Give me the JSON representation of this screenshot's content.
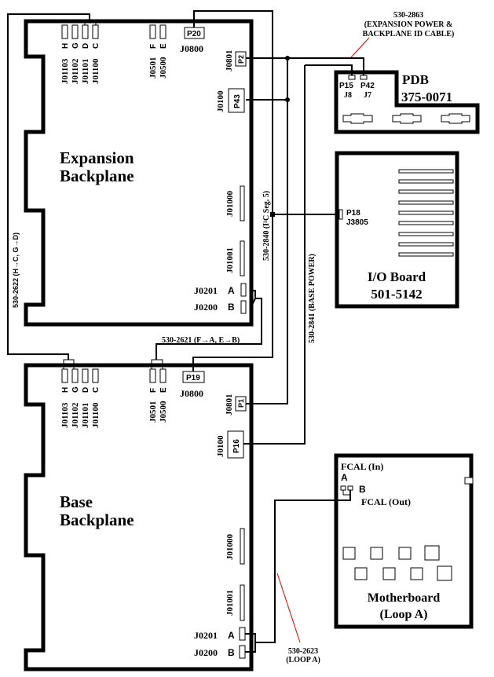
{
  "diagram": {
    "expansion_backplane": {
      "title_line1": "Expansion",
      "title_line2": "Backplane",
      "top_connectors": [
        {
          "ref": "J01103",
          "letter": "H"
        },
        {
          "ref": "J01102",
          "letter": "G"
        },
        {
          "ref": "J01101",
          "letter": "D"
        },
        {
          "ref": "J01100",
          "letter": "C"
        }
      ],
      "mid_connectors": [
        {
          "ref": "J0501",
          "letter": "F"
        },
        {
          "ref": "J0500",
          "letter": "E"
        }
      ],
      "p_top": {
        "plug": "P20",
        "jack": "J0800"
      },
      "p_side1": {
        "plug": "P2",
        "jack": "J0801"
      },
      "p_side2": {
        "plug": "P43",
        "jack": "J0100"
      },
      "slot1": "J01000",
      "slot2": "J01001",
      "fc_a": {
        "ref": "J0201",
        "letter": "A"
      },
      "fc_b": {
        "ref": "J0200",
        "letter": "B"
      }
    },
    "base_backplane": {
      "title_line1": "Base",
      "title_line2": "Backplane",
      "top_connectors": [
        {
          "ref": "J01103",
          "letter": "H"
        },
        {
          "ref": "J01102",
          "letter": "G"
        },
        {
          "ref": "J01101",
          "letter": "D"
        },
        {
          "ref": "J01100",
          "letter": "C"
        }
      ],
      "mid_connectors": [
        {
          "ref": "J0501",
          "letter": "F"
        },
        {
          "ref": "J0500",
          "letter": "E"
        }
      ],
      "p_top": {
        "plug": "P19",
        "jack": "J0800"
      },
      "p_side1": {
        "plug": "P1",
        "jack": "J0801"
      },
      "p_side2": {
        "plug": "P16",
        "jack": "J0100"
      },
      "slot1": "J01000",
      "slot2": "J01001",
      "fc_a": {
        "ref": "J0201",
        "letter": "A"
      },
      "fc_b": {
        "ref": "J0200",
        "letter": "B"
      }
    },
    "pdb": {
      "title": "PDB",
      "part": "375-0071",
      "conn1": {
        "plug": "P15",
        "jack": "J8"
      },
      "conn2": {
        "plug": "P42",
        "jack": "J7"
      }
    },
    "io_board": {
      "title": "I/O Board",
      "part": "501-5142",
      "plug": "P18",
      "jack": "J3805"
    },
    "motherboard": {
      "title": "Motherboard",
      "subtitle": "(Loop A)",
      "fcal_in": "FCAL (In)",
      "fcal_out": "FCAL (Out)",
      "port_a": "A",
      "port_b": "B"
    },
    "cables": {
      "c2863_line1": "530-2863",
      "c2863_line2": "(EXPANSION POWER &",
      "c2863_line3": "BACKPLANE ID CABLE)",
      "c2622": "530-2622 (H→C, G→D)",
      "c2621": "530-2621 (F→A, E→B)",
      "c2840": "530-2840 (I²C Seg. 5)",
      "c2841": "530-2841 (BASE POWER)",
      "c2623_line1": "530-2623",
      "c2623_line2": "(LOOP A)"
    },
    "colors": {
      "line": "#000000",
      "leader": "#e00000",
      "background": "#ffffff"
    }
  }
}
